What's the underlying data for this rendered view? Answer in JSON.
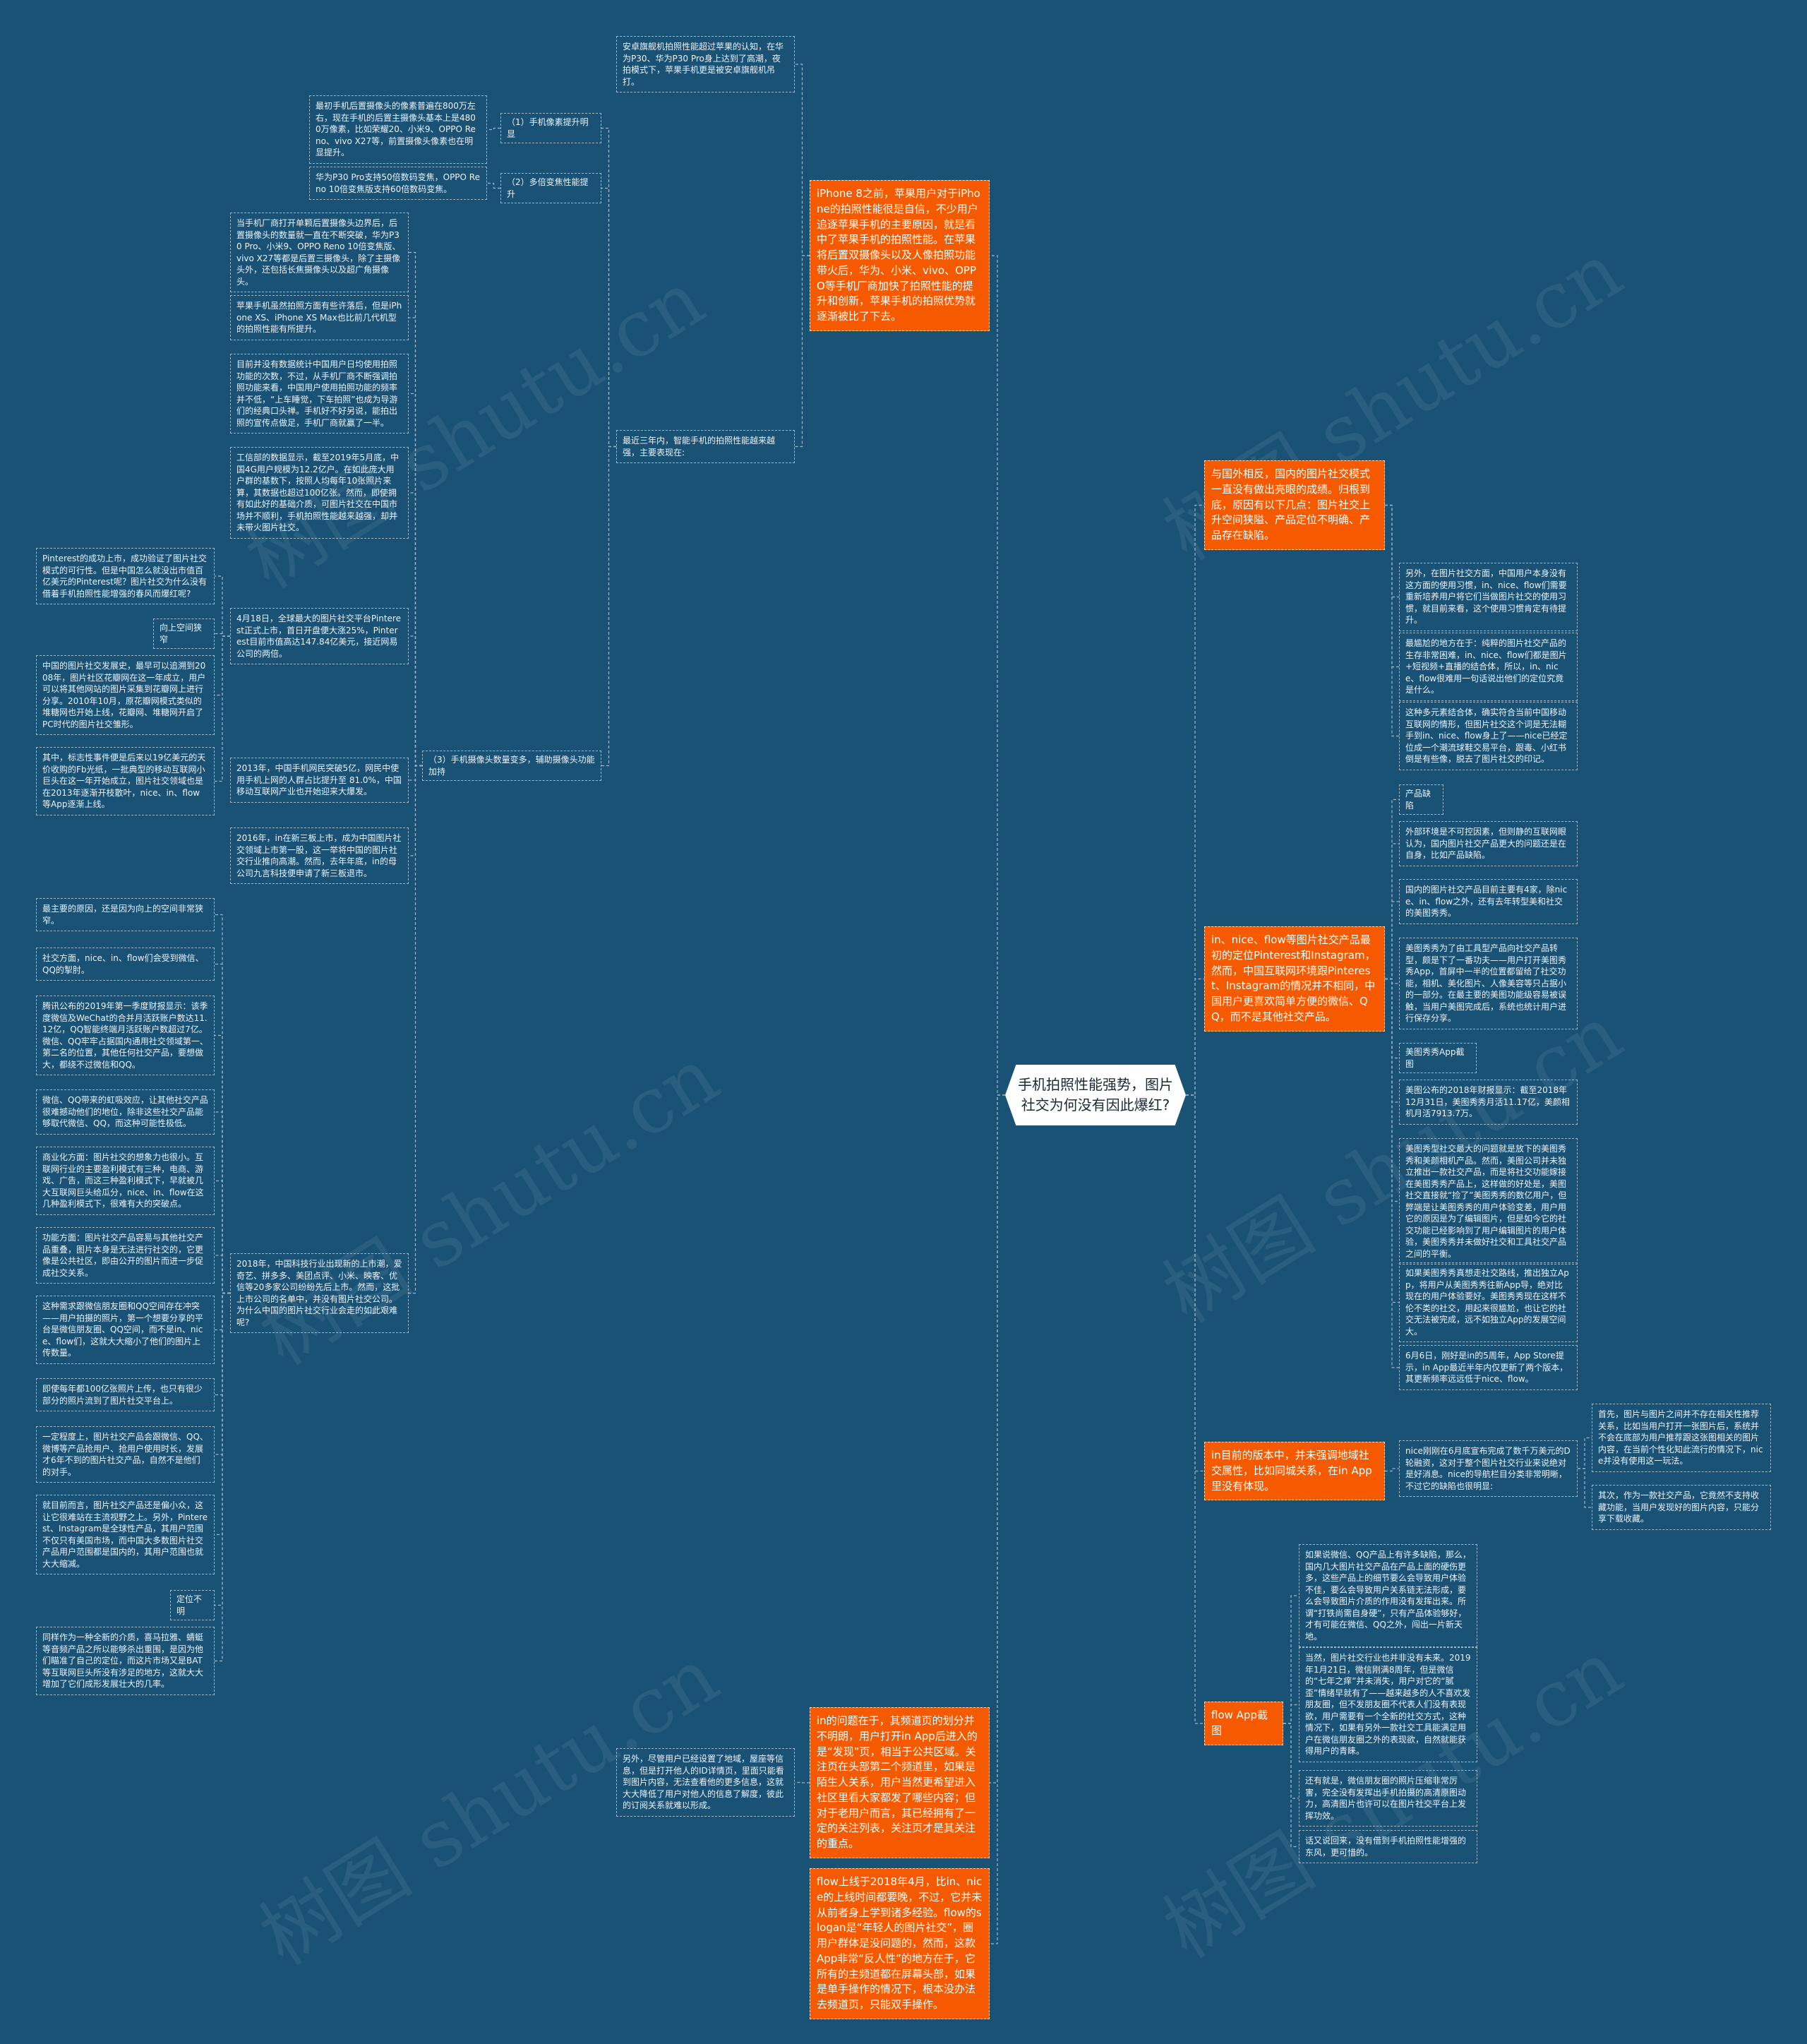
{
  "watermark": "树图 shutu.cn",
  "colors": {
    "background": "#1a5276",
    "accent": "#f55a00",
    "line": "#9fb6c6",
    "root": "#ffffff"
  },
  "nodes": [
    {
      "id": "root",
      "type": "root",
      "text": "手机拍照性能强势，图片社交为何没有因此爆红?"
    },
    {
      "id": "o1",
      "type": "orange",
      "text": "iPhone 8之前，苹果用户对于iPhone的拍照性能很是自信，不少用户追逐苹果手机的主要原因，就是看中了苹果手机的拍照性能。在苹果将后置双摄像头以及人像拍照功能带火后，华为、小米、vivo、OPPO等手机厂商加快了拍照性能的提升和创新，苹果手机的拍照优势就逐渐被比了下去。"
    },
    {
      "id": "o1a",
      "type": "plain",
      "text": "安卓旗舰机拍照性能超过苹果的认知，在华为P30、华为P30 Pro身上达到了高潮，夜拍模式下，苹果手机更是被安卓旗舰机吊打。"
    },
    {
      "id": "o1b",
      "type": "plain",
      "text": "最近三年内，智能手机的拍照性能越来越强，主要表现在:"
    },
    {
      "id": "l1",
      "type": "label",
      "text": "（1）手机像素提升明显"
    },
    {
      "id": "l1a",
      "type": "plain",
      "text": "最初手机后置摄像头的像素普遍在800万左右，现在手机的后置主摄像头基本上是4800万像素，比如荣耀20、小米9、OPPO Reno、vivo X27等，前置摄像头像素也在明显提升。"
    },
    {
      "id": "l2",
      "type": "label",
      "text": "（2）多倍变焦性能提升"
    },
    {
      "id": "l2a",
      "type": "plain",
      "text": "华为P30 Pro支持50倍数码变焦，OPPO Reno 10倍变焦版支持60倍数码变焦。"
    },
    {
      "id": "l3",
      "type": "label",
      "text": "（3）手机摄像头数量变多，辅助摄像头功能加持"
    },
    {
      "id": "l3a",
      "type": "plain",
      "text": "当手机厂商打开单颗后置摄像头边界后，后置摄像头的数量就一直在不断突破，华为P30 Pro、小米9、OPPO Reno 10倍变焦版、vivo X27等都是后置三摄像头，除了主摄像头外，还包括长焦摄像头以及超广角摄像头。"
    },
    {
      "id": "l3b",
      "type": "plain",
      "text": "苹果手机虽然拍照方面有些许落后，但是iPhone XS、iPhone XS Max也比前几代机型的拍照性能有所提升。"
    },
    {
      "id": "l3c",
      "type": "plain",
      "text": "目前并没有数据统计中国用户日均使用拍照功能的次数，不过，从手机厂商不断强调拍照功能来看，中国用户使用拍照功能的频率并不低，“上车睡觉，下车拍照”也成为导游们的经典口头禅。手机好不好另说，能拍出照的宣传点做足，手机厂商就赢了一半。"
    },
    {
      "id": "l3d",
      "type": "plain",
      "text": "工信部的数据显示，截至2019年5月底，中国4G用户规模为12.2亿户。在如此庞大用户群的基数下，按照人均每年10张照片来算，其数据也超过100亿张。然而，即使拥有如此好的基础介质，可图片社交在中国市场并不顺利，手机拍照性能越来越强，却并未带火图片社交。"
    },
    {
      "id": "l3e",
      "type": "plain",
      "text": "4月18日，全球最大的图片社交平台Pinterest正式上市，首日开盘便大涨25%，Pinterest目前市值高达147.84亿美元，接近网易公司的两倍。"
    },
    {
      "id": "l3f",
      "type": "plain",
      "text": "2013年，中国手机网民突破5亿，网民中使用手机上网的人群占比提升至 81.0%，中国移动互联网产业也开始迎来大爆发。"
    },
    {
      "id": "l3g",
      "type": "plain",
      "text": "2016年，in在新三板上市，成为中国图片社交领域上市第一股，这一举将中国的图片社交行业推向高潮。然而，去年年底，in的母公司九言科技便申请了新三板退市。"
    },
    {
      "id": "l3h",
      "type": "plain",
      "text": "2018年，中国科技行业出现新的上市潮，爱奇艺、拼多多、美团点评、小米、映客、优信等20多家公司纷纷先后上市。然而，这批上市公司的名单中，并没有图片社交公司。为什么中国的图片社交行业会走的如此艰难呢?"
    },
    {
      "id": "p1",
      "type": "plain",
      "text": "Pinterest的成功上市，成功验证了图片社交模式的可行性。但是中国怎么就没出市值百亿美元的Pinterest呢？图片社交为什么没有借着手机拍照性能增强的春风而爆红呢?"
    },
    {
      "id": "p2",
      "type": "plain",
      "text": "向上空间狭窄"
    },
    {
      "id": "p3",
      "type": "plain",
      "text": "中国的图片社交发展史，最早可以追溯到2008年，图片社区花瓣网在这一年成立，用户可以将其他网站的图片采集到花瓣网上进行分享。2010年10月，原花瓣网模式类似的堆糖网也开始上线，花瓣网、堆糖网开启了PC时代的图片社交雏形。"
    },
    {
      "id": "p4",
      "type": "plain",
      "text": "其中，标志性事件便是后来以19亿美元的天价收购的Fb光纸，一批典型的移动互联网小巨头在这一年开始成立，图片社交领域也是在2013年逐渐开枝散叶，nice、in、flow等App逐渐上线。"
    },
    {
      "id": "p5",
      "type": "plain",
      "text": "最主要的原因，还是因为向上的空间非常狭窄。"
    },
    {
      "id": "p6",
      "type": "plain",
      "text": "社交方面，nice、in、flow们会受到微信、QQ的掣肘。"
    },
    {
      "id": "p7",
      "type": "plain",
      "text": "腾讯公布的2019年第一季度财报显示：该季度微信及WeChat的合并月活跃账户数达11.12亿，QQ智能终端月活跃账户数超过7亿。微信、QQ牢牢占据国内通用社交领域第一、第二名的位置，其他任何社交产品，要想做大，都绕不过微信和QQ。"
    },
    {
      "id": "p8",
      "type": "plain",
      "text": "微信、QQ带来的虹吸效应，让其他社交产品很难撼动他们的地位，除非这些社交产品能够取代微信、QQ，而这种可能性极低。"
    },
    {
      "id": "p9",
      "type": "plain",
      "text": "商业化方面：图片社交的想象力也很小。互联网行业的主要盈利模式有三种，电商、游戏、广告，而这三种盈利模式下，早就被几大互联网巨头给瓜分，nice、in、flow在这几种盈利模式下，很难有大的突破点。"
    },
    {
      "id": "p10",
      "type": "plain",
      "text": "功能方面：图片社交产品容易与其他社交产品重叠，图片本身是无法进行社交的，它更像是公共社区，即由公开的图片而进一步促成社交关系。"
    },
    {
      "id": "p11",
      "type": "plain",
      "text": "这种需求跟微信朋友圈和QQ空间存在冲突——用户拍摄的照片，第一个想要分享的平台是微信朋友圈、QQ空间，而不是in、nice、flow们，这就大大缩小了他们的图片上传数量。"
    },
    {
      "id": "p12",
      "type": "plain",
      "text": "即使每年都100亿张照片上传，也只有很少部分的照片流到了图片社交平台上。"
    },
    {
      "id": "p13",
      "type": "plain",
      "text": "一定程度上，图片社交产品会跟微信、QQ、微博等产品抢用户、抢用户使用时长，发展才6年不到的图片社交产品，自然不是他们的对手。"
    },
    {
      "id": "p14",
      "type": "plain",
      "text": "就目前而言，图片社交产品还是偏小众，这让它很难站在主流视野之上。另外，Pinterest、Instagram是全球性产品，其用户范围不仅只有美国市场，而中国大多数图片社交产品用户范围都是国内的，其用户范围也就大大缩减。"
    },
    {
      "id": "p15",
      "type": "plain",
      "text": "定位不明"
    },
    {
      "id": "p16",
      "type": "plain",
      "text": "同样作为一种全新的介质，喜马拉雅、蜻蜓等音频产品之所以能够杀出重围，是因为他们瞄准了自己的定位，而这片市场又是BAT等互联网巨头所没有涉足的地方，这就大大增加了它们成形发展壮大的几率。"
    },
    {
      "id": "o4",
      "type": "orange",
      "text": "in的问题在于，其频道页的划分并不明朗，用户打开in App后进入的是“发现”页，相当于公共区域。关注页在头部第二个频道里，如果是陌生人关系，用户当然更希望进入社区里看大家都发了哪些内容；但对于老用户而言，其已经拥有了一定的关注列表，关注页才是其关注的重点。"
    },
    {
      "id": "o4a",
      "type": "plain",
      "text": "另外，尽管用户已经设置了地域，屋座等信息，但是打开他人的ID详情页，里面只能看到图片内容，无法查看他的更多信息，这就大大降低了用户对他人的信息了解度，彼此的订阅关系就难以形成。"
    },
    {
      "id": "o5",
      "type": "orange",
      "text": "flow上线于2018年4月，比in、nice的上线时间都要晚，不过，它并未从前者身上学到诸多经验。flow的slogan是“年轻人的图片社交”，圈用户群体是没问题的，然而，这款App非常“反人性”的地方在于，它所有的主频道都在屏幕头部，如果是单手操作的情况下，根本没办法去频道页，只能双手操作。"
    },
    {
      "id": "o2",
      "type": "orange",
      "text": "与国外相反，国内的图片社交模式一直没有做出亮眼的成绩。归根到底，原因有以下几点：图片社交上升空间狭隘、产品定位不明确、产品存在缺陷。"
    },
    {
      "id": "o3",
      "type": "orange",
      "text": "in、nice、flow等图片社交产品最初的定位Pinterest和Instagram，然而，中国互联网环境跟Pinterest、Instagram的情况并不相同，中国用户更喜欢简单方便的微信、QQ，而不是其他社交产品。"
    },
    {
      "id": "r1",
      "type": "plain",
      "text": "另外，在图片社交方面，中国用户本身没有这方面的使用习惯，in、nice、flow们需要重新培养用户将它们当做图片社交的使用习惯，就目前来看，这个使用习惯肯定有待提升。"
    },
    {
      "id": "r2",
      "type": "plain",
      "text": "最尴尬的地方在于：纯粹的图片社交产品的生存非常困难，in、nice、flow们都是图片+短视频+直播的结合体，所以，in、nice、flow很难用一句话说出他们的定位究竟是什么。"
    },
    {
      "id": "r3",
      "type": "plain",
      "text": "这种多元素结合体，确实符合当前中国移动互联网的情形，但图片社交这个词是无法糊手到in、nice、flow身上了——nice已经定位成一个潮流球鞋交易平台，跟毒、小红书倒是有些像，脱去了图片社交的印记。"
    },
    {
      "id": "r4",
      "type": "plain",
      "text": "产品缺陷"
    },
    {
      "id": "r5",
      "type": "plain",
      "text": "外部环境是不可控因素，但则静的互联网眼认为，国内图片社交产品更大的问题还是在自身，比如产品缺陷。"
    },
    {
      "id": "r6",
      "type": "plain",
      "text": "国内的图片社交产品目前主要有4家，除nice、in、flow之外，还有去年转型美和社交的美图秀秀。"
    },
    {
      "id": "r7",
      "type": "plain",
      "text": "美图秀秀为了由工具型产品向社交产品转型，颇是下了一番功夫——用户打开美图秀秀App，首屏中一半的位置都留给了社交功能，相机、美化图片、人像美容等只占据小的一部分。在最主要的美图功能级容易被误触，当用户美图完成后，系统也统计用户进行保存分享。"
    },
    {
      "id": "r8",
      "type": "plain",
      "text": "美图秀秀App截图"
    },
    {
      "id": "r9",
      "type": "plain",
      "text": "美图公布的2018年财报显示：截至2018年12月31日，美图秀秀月活11.17亿，美颜相机月活7913.7万。"
    },
    {
      "id": "r10",
      "type": "plain",
      "text": "美图秀型社交最大的问题就是放下的美图秀秀和美颜相机产品。然而，美图公司并未独立推出一款社交产品，而是将社交功能嫁接在美图秀秀产品上，这样做的好处是，美图社交直接就“捡了”美图秀秀的数亿用户，但弊端是让美图秀秀的用户体验变差，用户用它的原因是为了编辑图片，但是如今它的社交功能已经影响到了用户编辑图片的用户体验，美图秀秀并未做好社交和工具社交产品之间的平衡。"
    },
    {
      "id": "r11",
      "type": "plain",
      "text": "如果美图秀秀真想走社交路线，推出独立App，将用户从美图秀秀往新App导，绝对比现在的用户体验要好。美图秀秀现在这样不伦不类的社交，用起来很尴尬，也让它的社交无法被完成，远不如独立App的发展空间大。"
    },
    {
      "id": "r12",
      "type": "plain",
      "text": "6月6日，刚好是in的5周年，App Store提示，in App最近半年内仅更新了两个版本，其更新频率远远低于nice、flow。"
    },
    {
      "id": "o6",
      "type": "orange",
      "text": "in目前的版本中，并未强调地域社交属性，比如同城关系，在in App里没有体现。"
    },
    {
      "id": "r13",
      "type": "plain",
      "text": "nice刚刚在6月底宣布完成了数千万美元的D轮融资，这对于整个图片社交行业来说绝对是好消息。nice的导航栏目分类非常明晰，不过它的缺陷也很明显:"
    },
    {
      "id": "r14",
      "type": "plain",
      "text": "首先，图片与图片之间并不存在相关性推荐关系，比如当用户打开一张图片后，系统并不会在底部为用户推荐跟这张图相关的图片内容，在当前个性化知此流行的情况下，nice并没有使用这一玩法。"
    },
    {
      "id": "r15",
      "type": "plain",
      "text": "其次，作为一款社交产品，它竟然不支持收藏功能，当用户发现好的图片内容，只能分享下载收藏。"
    },
    {
      "id": "o7",
      "type": "orange",
      "text": "flow App截图"
    },
    {
      "id": "r16",
      "type": "plain",
      "text": "如果说微信、QQ产品上有许多缺陷，那么，国内几大图片社交产品在产品上面的硬伤更多，这些产品上的细节要么会导致用户体验不佳，要么会导致用户关系链无法形成，要么会导致图片介质的作用没有发挥出来。所谓“打铁尚需自身硬”，只有产品体验够好，才有可能在微信、QQ之外，闯出一片新天地。"
    },
    {
      "id": "r17",
      "type": "plain",
      "text": "当然，图片社交行业也并非没有未来。2019年1月21日，微信刚满8周年，但是微信的“七年之痒”并未消失，用户对它的“腻歪”情绪早就有了——越来越多的人不喜欢发朋友圈，但不发朋友圈不代表人们没有表现欲，用户需要有一个全新的社交方式，这种情况下，如果有另外一款社交工具能满足用户在微信朋友圈之外的表现欲，自然就能获得用户的青睐。"
    },
    {
      "id": "r18",
      "type": "plain",
      "text": "还有就是，微信朋友圈的照片压缩非常厉害，完全没有发挥出手机拍摄的高清原图动力，高清图片也许可以在图片社交平台上发挥功效。"
    },
    {
      "id": "r19",
      "type": "plain",
      "text": "话又说回来，没有借到手机拍照性能增强的东风，更可惜的。"
    }
  ]
}
